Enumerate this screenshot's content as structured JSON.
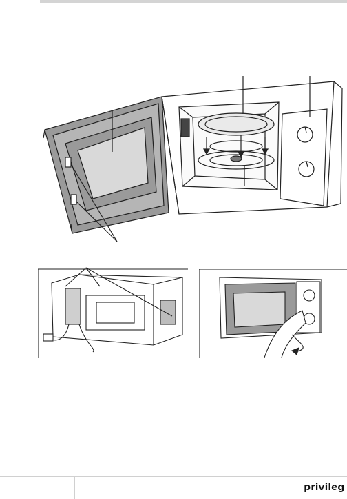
{
  "footer": {
    "brand_logo": "privileg"
  },
  "figures": [
    {
      "id": "microwave-open-door",
      "icon": "microwave-open-door-illustration"
    },
    {
      "id": "microwave-back-view",
      "icon": "microwave-back-cable-illustration"
    },
    {
      "id": "microwave-door-opening",
      "icon": "hand-opening-door-illustration"
    }
  ],
  "colors": {
    "door_glass_fill": "#d9d9d9",
    "door_panel_fill": "#9a9a9a",
    "line": "#222222"
  }
}
